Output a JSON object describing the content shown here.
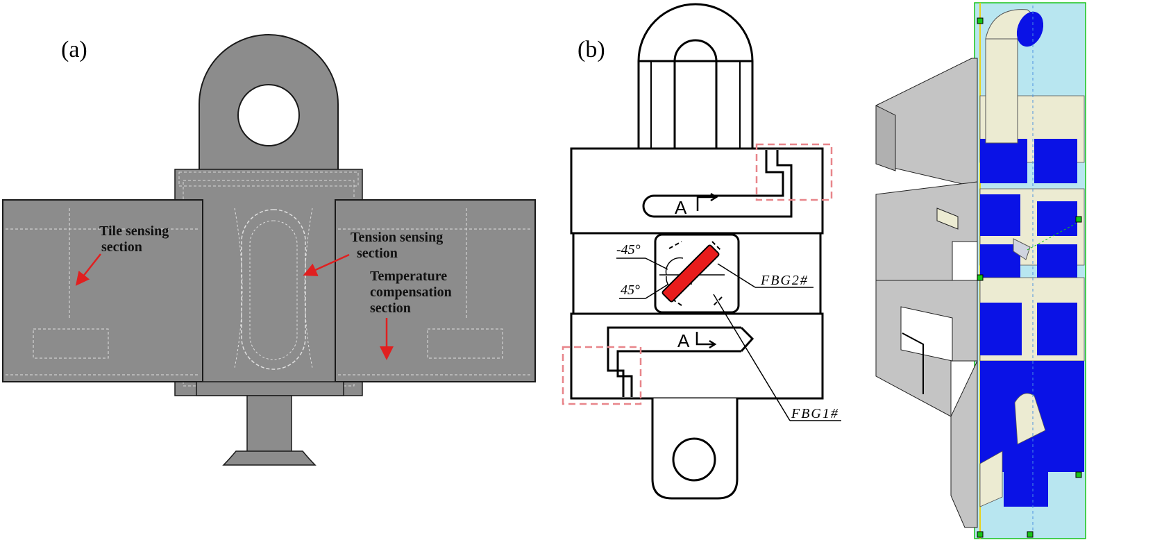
{
  "panels": {
    "a": {
      "label": "(a)",
      "annotations": {
        "tile": [
          "Tile sensing",
          "section"
        ],
        "tension": [
          "Tension sensing",
          "section"
        ],
        "temperature": [
          "Temperature",
          "compensation",
          "section"
        ]
      }
    },
    "b": {
      "label": "(b)",
      "angle_neg": "-45°",
      "angle_pos": "45°",
      "fbg2": "FBG2#",
      "fbg1": "FBG1#",
      "section_label": "A"
    }
  },
  "colors": {
    "body_gray": "#8c8c8c",
    "outline": "#1a1a1a",
    "arrow_red": "#e02020",
    "fbg_red": "#e81c1c",
    "dashed_box": "#e8858a",
    "cad_blue": "#0a12e6",
    "cad_cyan": "#b8e6f0",
    "cad_cream": "#ecebd2",
    "cad_gray": "#c4c4c4",
    "cad_green": "#18c418"
  }
}
